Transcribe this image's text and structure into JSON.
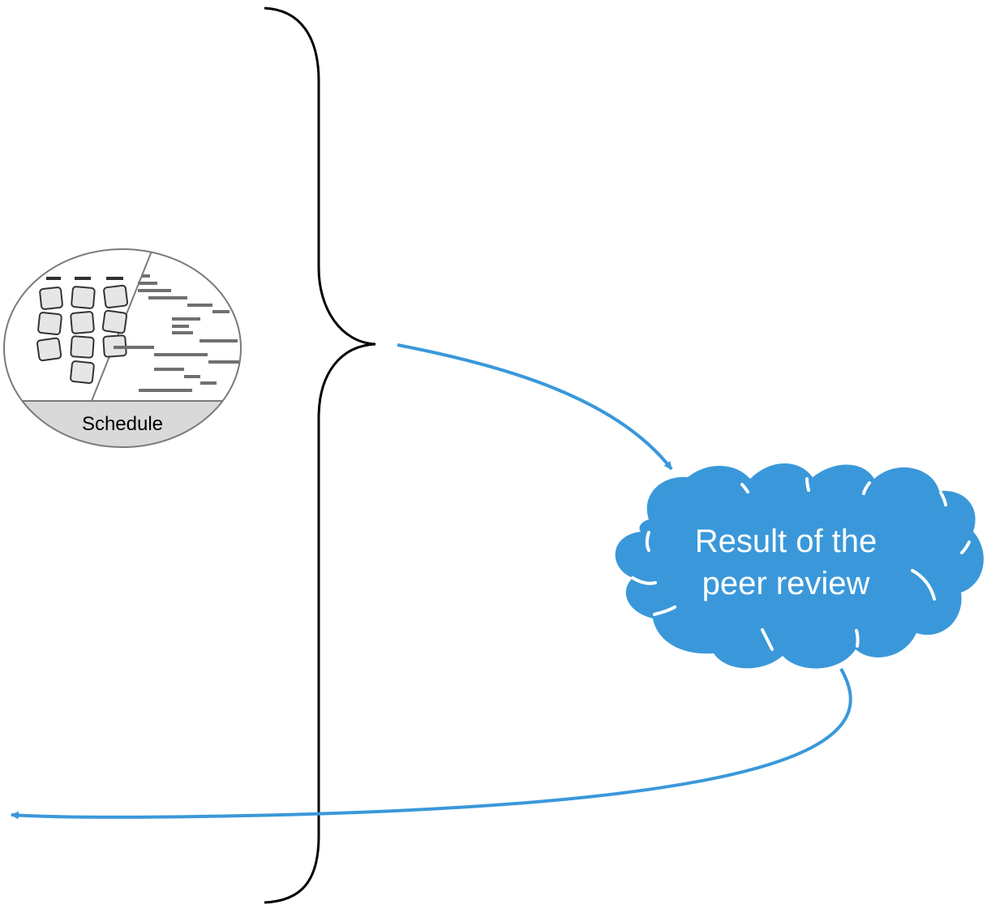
{
  "schedule": {
    "label": "Schedule",
    "icon": "schedule-board-icon"
  },
  "cloud": {
    "line1": "Result of the",
    "line2": "peer review"
  },
  "colors": {
    "cloud_fill": "#3a98da",
    "arrow": "#3a98da",
    "brace": "#000000",
    "schedule_footer": "#d9d9d9",
    "schedule_border": "#7a7a7a",
    "task_bar": "#707070",
    "card_fill": "#e6e6e6"
  }
}
